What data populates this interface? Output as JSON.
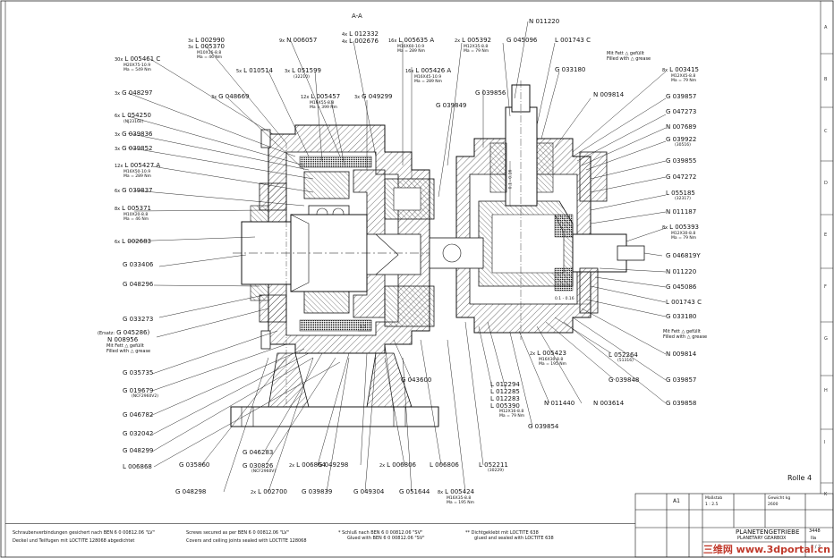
{
  "section_title": "A-A",
  "roll_label": "Rolle 4",
  "labels_left": [
    {
      "qty": "30x",
      "code": "L 005461 C",
      "sub": [
        "M20X75-10.9",
        "Ma = 549 Nm"
      ]
    },
    {
      "qty": "3x",
      "code": "G 048297",
      "sub": []
    },
    {
      "qty": "6x",
      "code": "L 054250",
      "sub": [
        "(NJ2316E)"
      ]
    },
    {
      "qty": "3x",
      "code": "G 039836",
      "sub": []
    },
    {
      "qty": "3x",
      "code": "G 039852",
      "sub": []
    },
    {
      "qty": "12x",
      "code": "L 005427 A",
      "sub": [
        "M16X50-10.9",
        "Ma = 289 Nm"
      ]
    },
    {
      "qty": "6x",
      "code": "G 039837",
      "sub": []
    },
    {
      "qty": "8x",
      "code": "L 005371",
      "sub": [
        "M10X20-8.8",
        "Ma = 46 Nm"
      ]
    },
    {
      "qty": "6x",
      "code": "L 002683",
      "sub": []
    },
    {
      "qty": "",
      "code": "G 033406",
      "sub": []
    },
    {
      "qty": "",
      "code": "G 048296",
      "sub": []
    },
    {
      "qty": "",
      "code": "G 033273",
      "sub": []
    },
    {
      "qty": "(Ersatz:",
      "code": "G 045286)",
      "sub": []
    },
    {
      "qty": "",
      "code": "N 008956",
      "sub": []
    },
    {
      "qty": "",
      "code": "G 035735",
      "sub": []
    },
    {
      "qty": "",
      "code": "G 019679",
      "sub": [
        "(NCF2960V2)"
      ]
    },
    {
      "qty": "",
      "code": "G 046782",
      "sub": []
    },
    {
      "qty": "",
      "code": "G 032042",
      "sub": []
    },
    {
      "qty": "",
      "code": "G 048299",
      "sub": []
    },
    {
      "qty": "",
      "code": "L 006868",
      "sub": []
    }
  ],
  "labels_top": [
    {
      "qty": "3x",
      "code": "L 002990",
      "sub": []
    },
    {
      "qty": "3x",
      "code": "L 005370",
      "sub": [
        "M10X16-8.8",
        "Ma = 46 Nm"
      ]
    },
    {
      "qty": "9x",
      "code": "N 006057",
      "sub": []
    },
    {
      "qty": "4x",
      "code": "L 012332",
      "sub": []
    },
    {
      "qty": "4x",
      "code": "L 002676",
      "sub": []
    },
    {
      "qty": "16x",
      "code": "L 005635 A",
      "sub": [
        "M16X60-10.9",
        "Ma = 289 Nm"
      ]
    },
    {
      "qty": "2x",
      "code": "L 005392",
      "sub": [
        "M12X35-8.8",
        "Ma = 79 Nm"
      ]
    },
    {
      "qty": "",
      "code": "N 011220",
      "sub": []
    },
    {
      "qty": "",
      "code": "G 045096",
      "sub": []
    },
    {
      "qty": "",
      "code": "L 001743 C",
      "sub": []
    },
    {
      "qty": "5x",
      "code": "L 010514",
      "sub": []
    },
    {
      "qty": "3x",
      "code": "L 051599",
      "sub": [
        "(32210)"
      ]
    },
    {
      "qty": "3x",
      "code": "G 048669",
      "sub": []
    },
    {
      "qty": "12x",
      "code": "L 005457",
      "sub": [
        "M16X55-8.8",
        "Ma = 399 Nm"
      ]
    },
    {
      "qty": "3x",
      "code": "G 049299",
      "sub": []
    },
    {
      "qty": "16x",
      "code": "L 005426 A",
      "sub": [
        "M16X45-10.9",
        "Ma = 289 Nm"
      ]
    },
    {
      "qty": "",
      "code": "G 039849",
      "sub": []
    },
    {
      "qty": "",
      "code": "G 039856",
      "sub": []
    },
    {
      "qty": "",
      "code": "G 033180",
      "sub": []
    },
    {
      "qty": "",
      "code": "N 009814",
      "sub": []
    }
  ],
  "labels_right": [
    {
      "qty": "8x",
      "code": "L 003415",
      "sub": [
        "M12X45-8.8",
        "Ma = 79 Nm"
      ]
    },
    {
      "qty": "",
      "code": "G 039857",
      "sub": []
    },
    {
      "qty": "",
      "code": "G 047273",
      "sub": []
    },
    {
      "qty": "",
      "code": "N 007689",
      "sub": []
    },
    {
      "qty": "",
      "code": "G 039922",
      "sub": [
        "(30516)"
      ]
    },
    {
      "qty": "",
      "code": "G 039855",
      "sub": []
    },
    {
      "qty": "",
      "code": "G 047272",
      "sub": []
    },
    {
      "qty": "",
      "code": "L 055185",
      "sub": [
        "(32317)"
      ]
    },
    {
      "qty": "",
      "code": "N 011187",
      "sub": []
    },
    {
      "qty": "8x",
      "code": "L 005393",
      "sub": [
        "M12X30-8.8",
        "Ma = 79 Nm"
      ]
    },
    {
      "qty": "",
      "code": "G 046819Y",
      "sub": []
    },
    {
      "qty": "",
      "code": "N 011220",
      "sub": []
    },
    {
      "qty": "",
      "code": "G 045086",
      "sub": []
    },
    {
      "qty": "",
      "code": "L 001743 C",
      "sub": []
    },
    {
      "qty": "",
      "code": "G 033180",
      "sub": []
    },
    {
      "qty": "",
      "code": "N 009814",
      "sub": []
    },
    {
      "qty": "",
      "code": "G 039857",
      "sub": []
    },
    {
      "qty": "",
      "code": "G 039858",
      "sub": []
    }
  ],
  "labels_bottom": [
    {
      "qty": "",
      "code": "G 043600",
      "sub": []
    },
    {
      "qty": "",
      "code": "L 012294",
      "sub": []
    },
    {
      "qty": "",
      "code": "L 012285",
      "sub": []
    },
    {
      "qty": "",
      "code": "L 012283",
      "sub": []
    },
    {
      "qty": "",
      "code": "L 005390",
      "sub": [
        "M12X16-8.8",
        "Ma = 79 Nm"
      ]
    },
    {
      "qty": "",
      "code": "N 011440",
      "sub": []
    },
    {
      "qty": "",
      "code": "N 003614",
      "sub": []
    },
    {
      "qty": "",
      "code": "G 039854",
      "sub": []
    },
    {
      "qty": "",
      "code": "G 039848",
      "sub": []
    },
    {
      "qty": "",
      "code": "L 052264",
      "sub": [
        "(51316)"
      ]
    },
    {
      "qty": "2x",
      "code": "L 005423",
      "sub": [
        "M16X30-8.8",
        "Ma = 195 Nm"
      ]
    },
    {
      "qty": "",
      "code": "G 046283",
      "sub": []
    },
    {
      "qty": "",
      "code": "G 030826",
      "sub": [
        "(NCF2960V)"
      ]
    },
    {
      "qty": "",
      "code": "G 035860",
      "sub": []
    },
    {
      "qty": "2x",
      "code": "L 006864",
      "sub": []
    },
    {
      "qty": "",
      "code": "G 049298",
      "sub": []
    },
    {
      "qty": "2x",
      "code": "L 006806",
      "sub": []
    },
    {
      "qty": "",
      "code": "L 006806",
      "sub": []
    },
    {
      "qty": "",
      "code": "L 052211",
      "sub": [
        "(30229)"
      ]
    },
    {
      "qty": "",
      "code": "G 048298",
      "sub": []
    },
    {
      "qty": "2x",
      "code": "L 002700",
      "sub": []
    },
    {
      "qty": "",
      "code": "G 039839",
      "sub": []
    },
    {
      "qty": "",
      "code": "G 049304",
      "sub": []
    },
    {
      "qty": "",
      "code": "G 051644",
      "sub": []
    },
    {
      "qty": "8x",
      "code": "L 005424",
      "sub": [
        "M16X35-8.8",
        "Ma = 195 Nm"
      ]
    }
  ],
  "grease_notes": {
    "a_de": "Mit Fett",
    "a_de2": "gefüllt",
    "a_en": "Filled with",
    "a_en2": "grease",
    "b_de": "Mit Fett",
    "b_de2": "gefüllt",
    "b_en": "Filled with",
    "b_en2": "grease",
    "c_de": "Mit Fett",
    "c_de2": "gefüllt",
    "c_en": "Filled with",
    "c_en2": "grease"
  },
  "dimension_marks": [
    "0.1 - 0.16",
    "0.1 - 0.16",
    "1.5"
  ],
  "footer_notes": {
    "n1_de": "Schraubenverbindungen gesichert nach BEN 6 0 00812.06 \"LV\"",
    "n1_de2": "Deckel und Teilfugen mit LOCTITE 128068 abgedichtet",
    "n2_en": "Screws secured as per BEN 6 0 00812.06 \"LV\"",
    "n2_en2": "Covers and ceiling joints sealed with LOCTITE 128068",
    "n3_mark": "*",
    "n3_de": "Schluß nach BEN 6 0 00812.06 \"SV\"",
    "n3_en": "Glued with BEN 6 0 00812.06 \"SV\"",
    "n4_mark": "**",
    "n4_de": "Dichtgeklebt mit LOCTITE 638",
    "n4_en": "glued and sealed with LOCTITE 638"
  },
  "title_block": {
    "title_de": "PLANETENGETRIEBE",
    "title_en": "PLANETARY GEARBOX",
    "format": "A1",
    "scale_label": "Maßstab",
    "scale": "1 : 2.5",
    "weight_label": "Gewicht kg",
    "weight": "2600",
    "drawing_no": "3448",
    "revision": "IIa",
    "sheet": "2 / 2"
  },
  "edge_letters": [
    "A",
    "B",
    "C",
    "D",
    "E",
    "F",
    "G",
    "H",
    "I",
    "K"
  ],
  "watermark": "三维网 www.3dportal.cn"
}
